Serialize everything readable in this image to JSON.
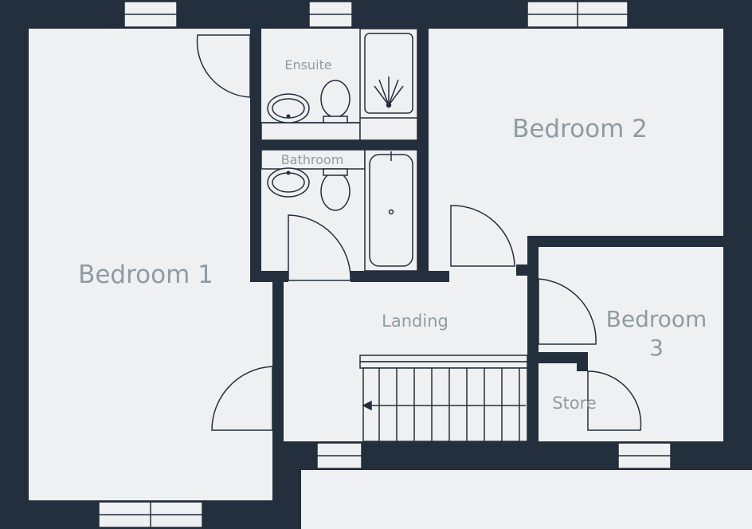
{
  "colors": {
    "wall": "#232f3d",
    "floor": "#eff0f1",
    "label": "#8e9ba4",
    "fixture_fill": "#eff0f1"
  },
  "rooms": {
    "bedroom1": "Bedroom 1",
    "bedroom2": "Bedroom 2",
    "bedroom3_line1": "Bedroom",
    "bedroom3_line2": "3",
    "ensuite": "Ensuite",
    "bathroom": "Bathroom",
    "landing": "Landing",
    "store": "Store"
  }
}
